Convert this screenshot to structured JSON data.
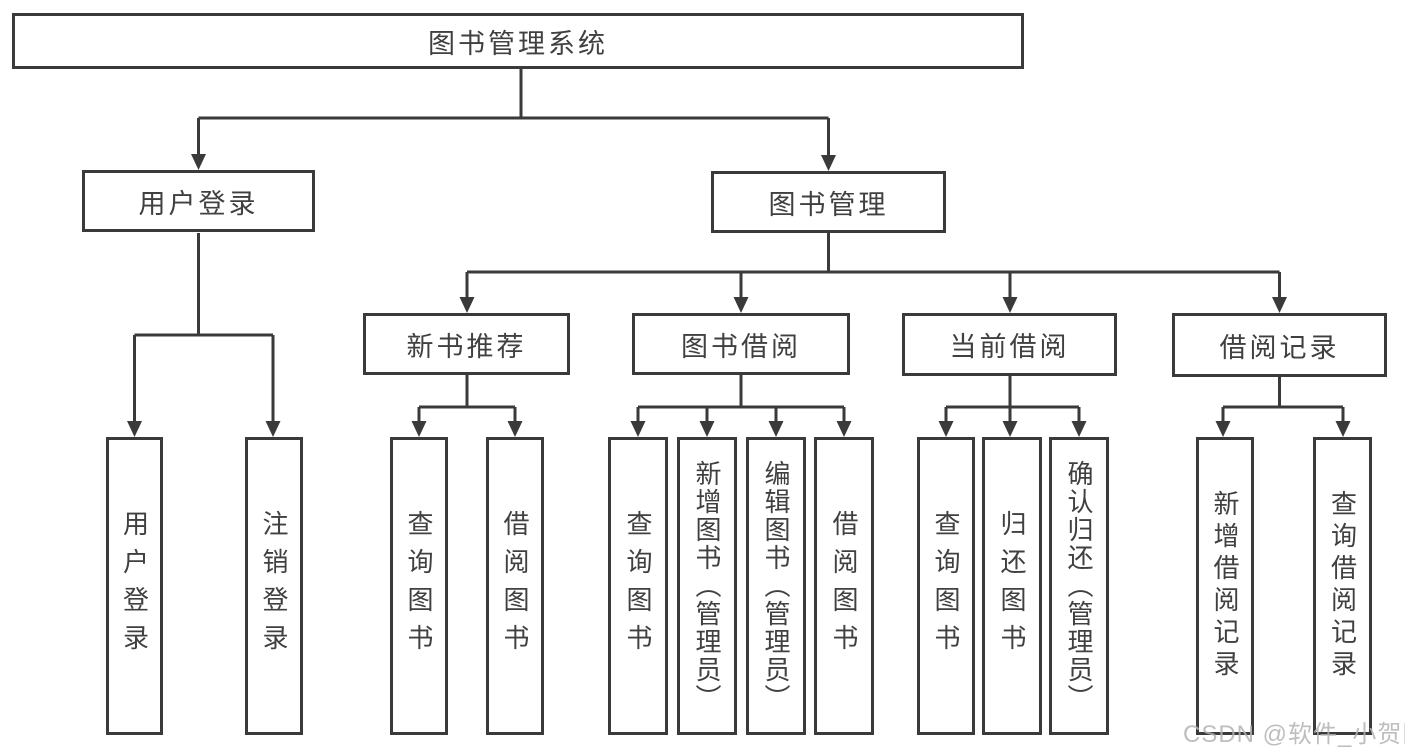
{
  "tree": {
    "root": {
      "label": "图书管理系统",
      "children": [
        {
          "label": "用户登录",
          "children": [
            {
              "label": "用户登录"
            },
            {
              "label": "注销登录"
            }
          ]
        },
        {
          "label": "图书管理",
          "children": [
            {
              "label": "新书推荐",
              "children": [
                {
                  "label": "查询图书"
                },
                {
                  "label": "借阅图书"
                }
              ]
            },
            {
              "label": "图书借阅",
              "children": [
                {
                  "label": "查询图书"
                },
                {
                  "label": "新增图书（管理员）"
                },
                {
                  "label": "编辑图书（管理员）"
                },
                {
                  "label": "借阅图书"
                }
              ]
            },
            {
              "label": "当前借阅",
              "children": [
                {
                  "label": "查询图书"
                },
                {
                  "label": "归还图书"
                },
                {
                  "label": "确认归还（管理员）"
                }
              ]
            },
            {
              "label": "借阅记录",
              "children": [
                {
                  "label": "新增借阅记录"
                },
                {
                  "label": "查询借阅记录"
                }
              ]
            }
          ]
        }
      ]
    }
  },
  "watermark": {
    "text": "CSDN @软件_小贺同学"
  },
  "colors": {
    "line": "#3a3a3a",
    "text": "#404040",
    "watermark": "#b3b3b3",
    "background": "#ffffff"
  }
}
